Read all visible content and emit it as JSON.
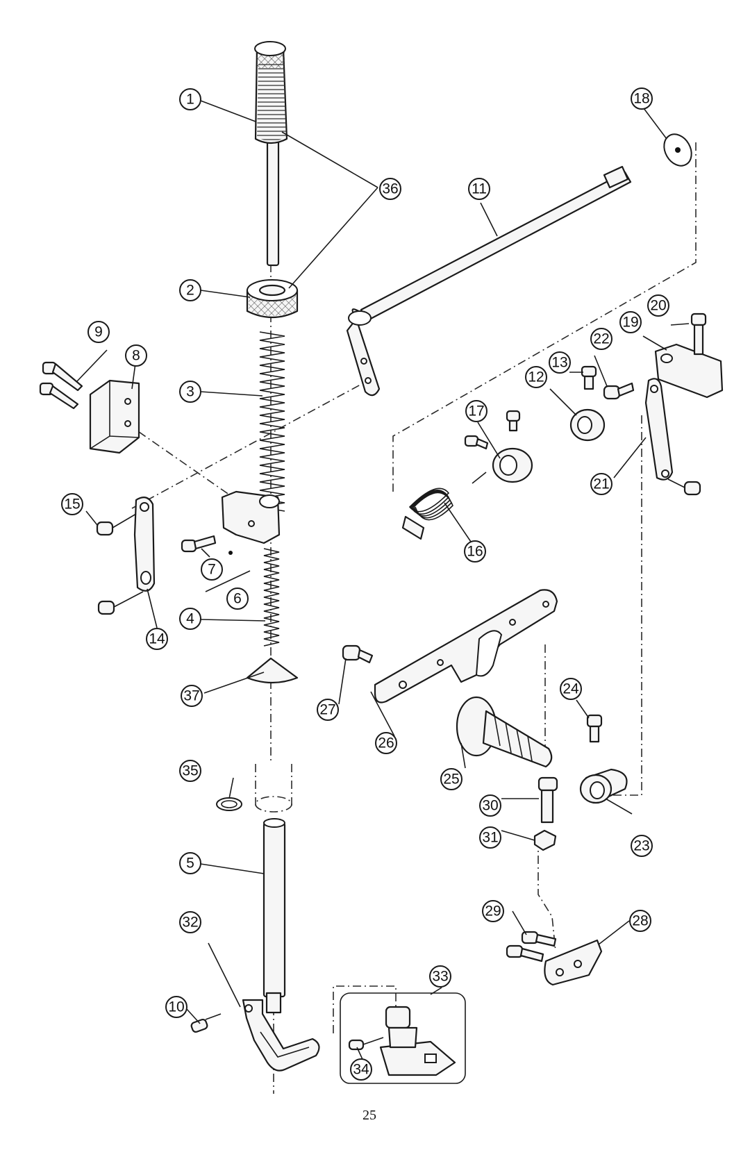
{
  "page_number": "25",
  "callouts": [
    "1",
    "2",
    "3",
    "4",
    "5",
    "6",
    "7",
    "8",
    "9",
    "10",
    "11",
    "12",
    "13",
    "14",
    "15",
    "16",
    "17",
    "18",
    "19",
    "20",
    "21",
    "22",
    "23",
    "24",
    "25",
    "26",
    "27",
    "28",
    "29",
    "30",
    "31",
    "32",
    "33",
    "34",
    "35",
    "36",
    "37"
  ]
}
